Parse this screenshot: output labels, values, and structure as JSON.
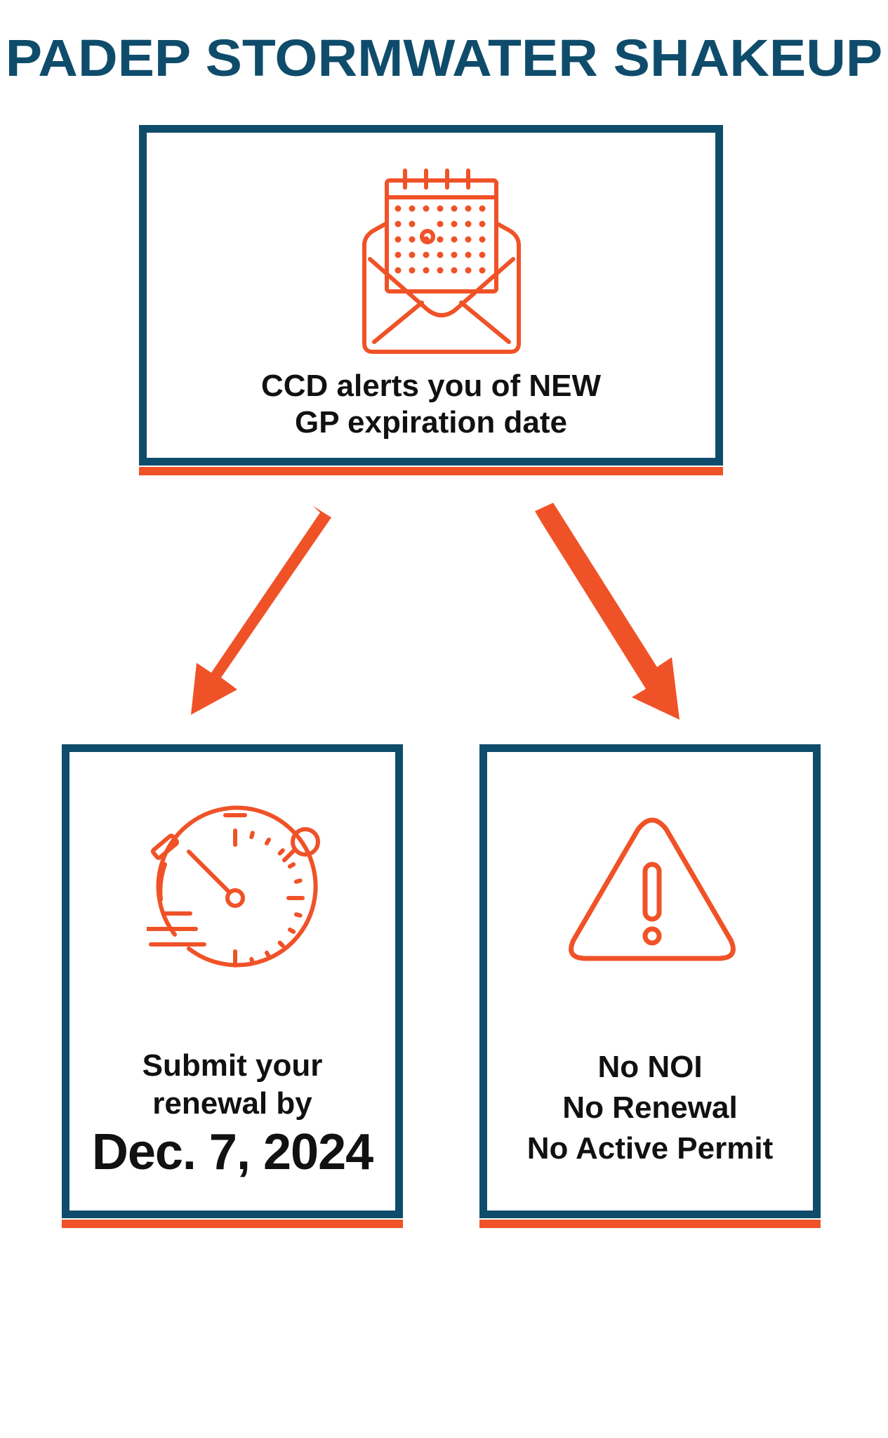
{
  "header": {
    "title": "PADEP STORMWATER SHAKEUP"
  },
  "colors": {
    "navy": "#0f4c6b",
    "orange": "#f05228",
    "text": "#111111"
  },
  "top_card": {
    "icon": "envelope-calendar-icon",
    "line1": "CCD alerts you of NEW",
    "line2": "GP expiration date"
  },
  "left_card": {
    "icon": "stopwatch-icon",
    "line1": "Submit your",
    "line2": "renewal by",
    "date": "Dec. 7, 2024"
  },
  "right_card": {
    "icon": "warning-triangle-icon",
    "line1": "No NOI",
    "line2": "No Renewal",
    "line3": "No Active Permit"
  }
}
